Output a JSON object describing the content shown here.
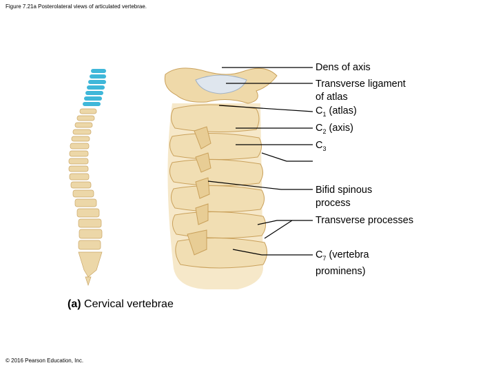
{
  "figure_caption": "Figure 7.21a Posterolateral views of articulated vertebrae.",
  "panel": {
    "letter": "(a)",
    "title": "Cervical vertebrae"
  },
  "labels": {
    "dens": "Dens of axis",
    "transverse_ligament_line1": "Transverse ligament",
    "transverse_ligament_line2": "of atlas",
    "c1_letter": "C",
    "c1_sub": "1",
    "c1_text": "(atlas)",
    "c2_letter": "C",
    "c2_sub": "2",
    "c2_text": "(axis)",
    "c3_letter": "C",
    "c3_sub": "3",
    "bifid_line1": "Bifid spinous",
    "bifid_line2": "process",
    "transverse_processes": "Transverse processes",
    "c7_letter": "C",
    "c7_sub": "7",
    "c7_text": "(vertebra",
    "c7_line2": "prominens)"
  },
  "copyright": "© 2016 Pearson Education, Inc.",
  "colors": {
    "bone": "#f1deb3",
    "bone_shadow": "#d9b97d",
    "cervical_highlight": "#3fb7d9",
    "ligament": "#dfe6ee"
  }
}
